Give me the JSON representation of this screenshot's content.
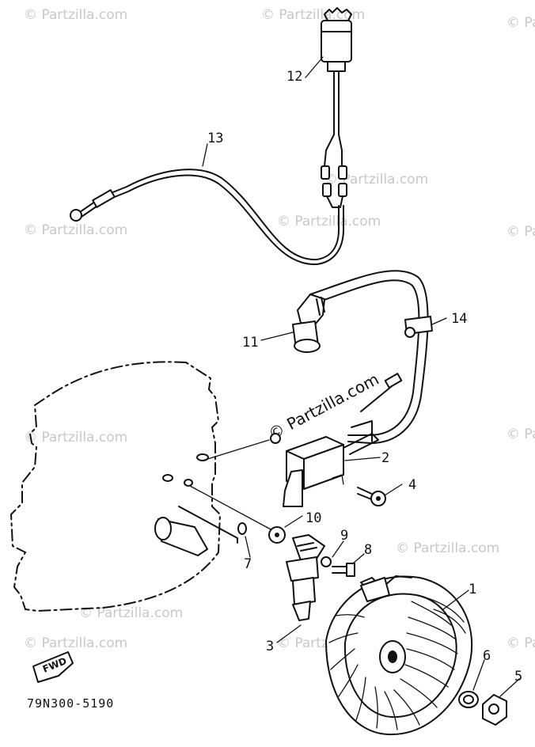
{
  "watermark": {
    "text": "© Partzilla.com",
    "main_text": "© Partzilla.com"
  },
  "callouts": [
    "1",
    "2",
    "3",
    "4",
    "5",
    "6",
    "7",
    "8",
    "9",
    "10",
    "11",
    "12",
    "13",
    "14"
  ],
  "arrow_label": "FWD",
  "diagram_code": "79N300-5190"
}
